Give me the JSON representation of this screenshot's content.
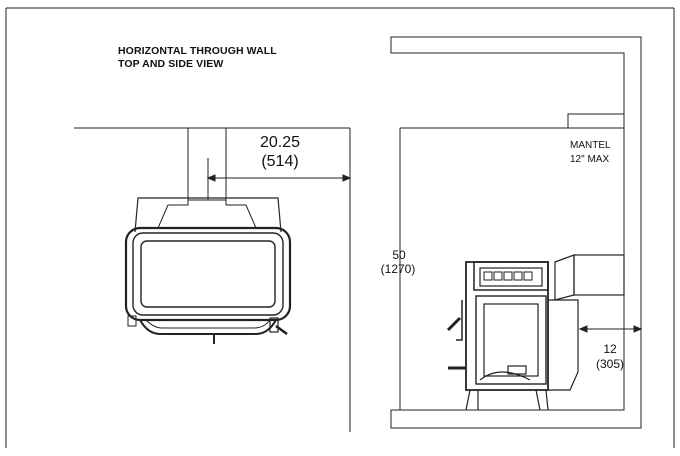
{
  "title": {
    "line1": "HORIZONTAL THROUGH WALL",
    "line2": "TOP AND SIDE VIEW"
  },
  "top_view": {
    "clearance_in": "20.25",
    "clearance_mm": "(514)"
  },
  "side_view": {
    "height_in": "50",
    "height_mm": "(1270)",
    "mantel_label": "MANTEL",
    "mantel_max": "12\" MAX",
    "rear_in": "12",
    "rear_mm": "(305)"
  }
}
